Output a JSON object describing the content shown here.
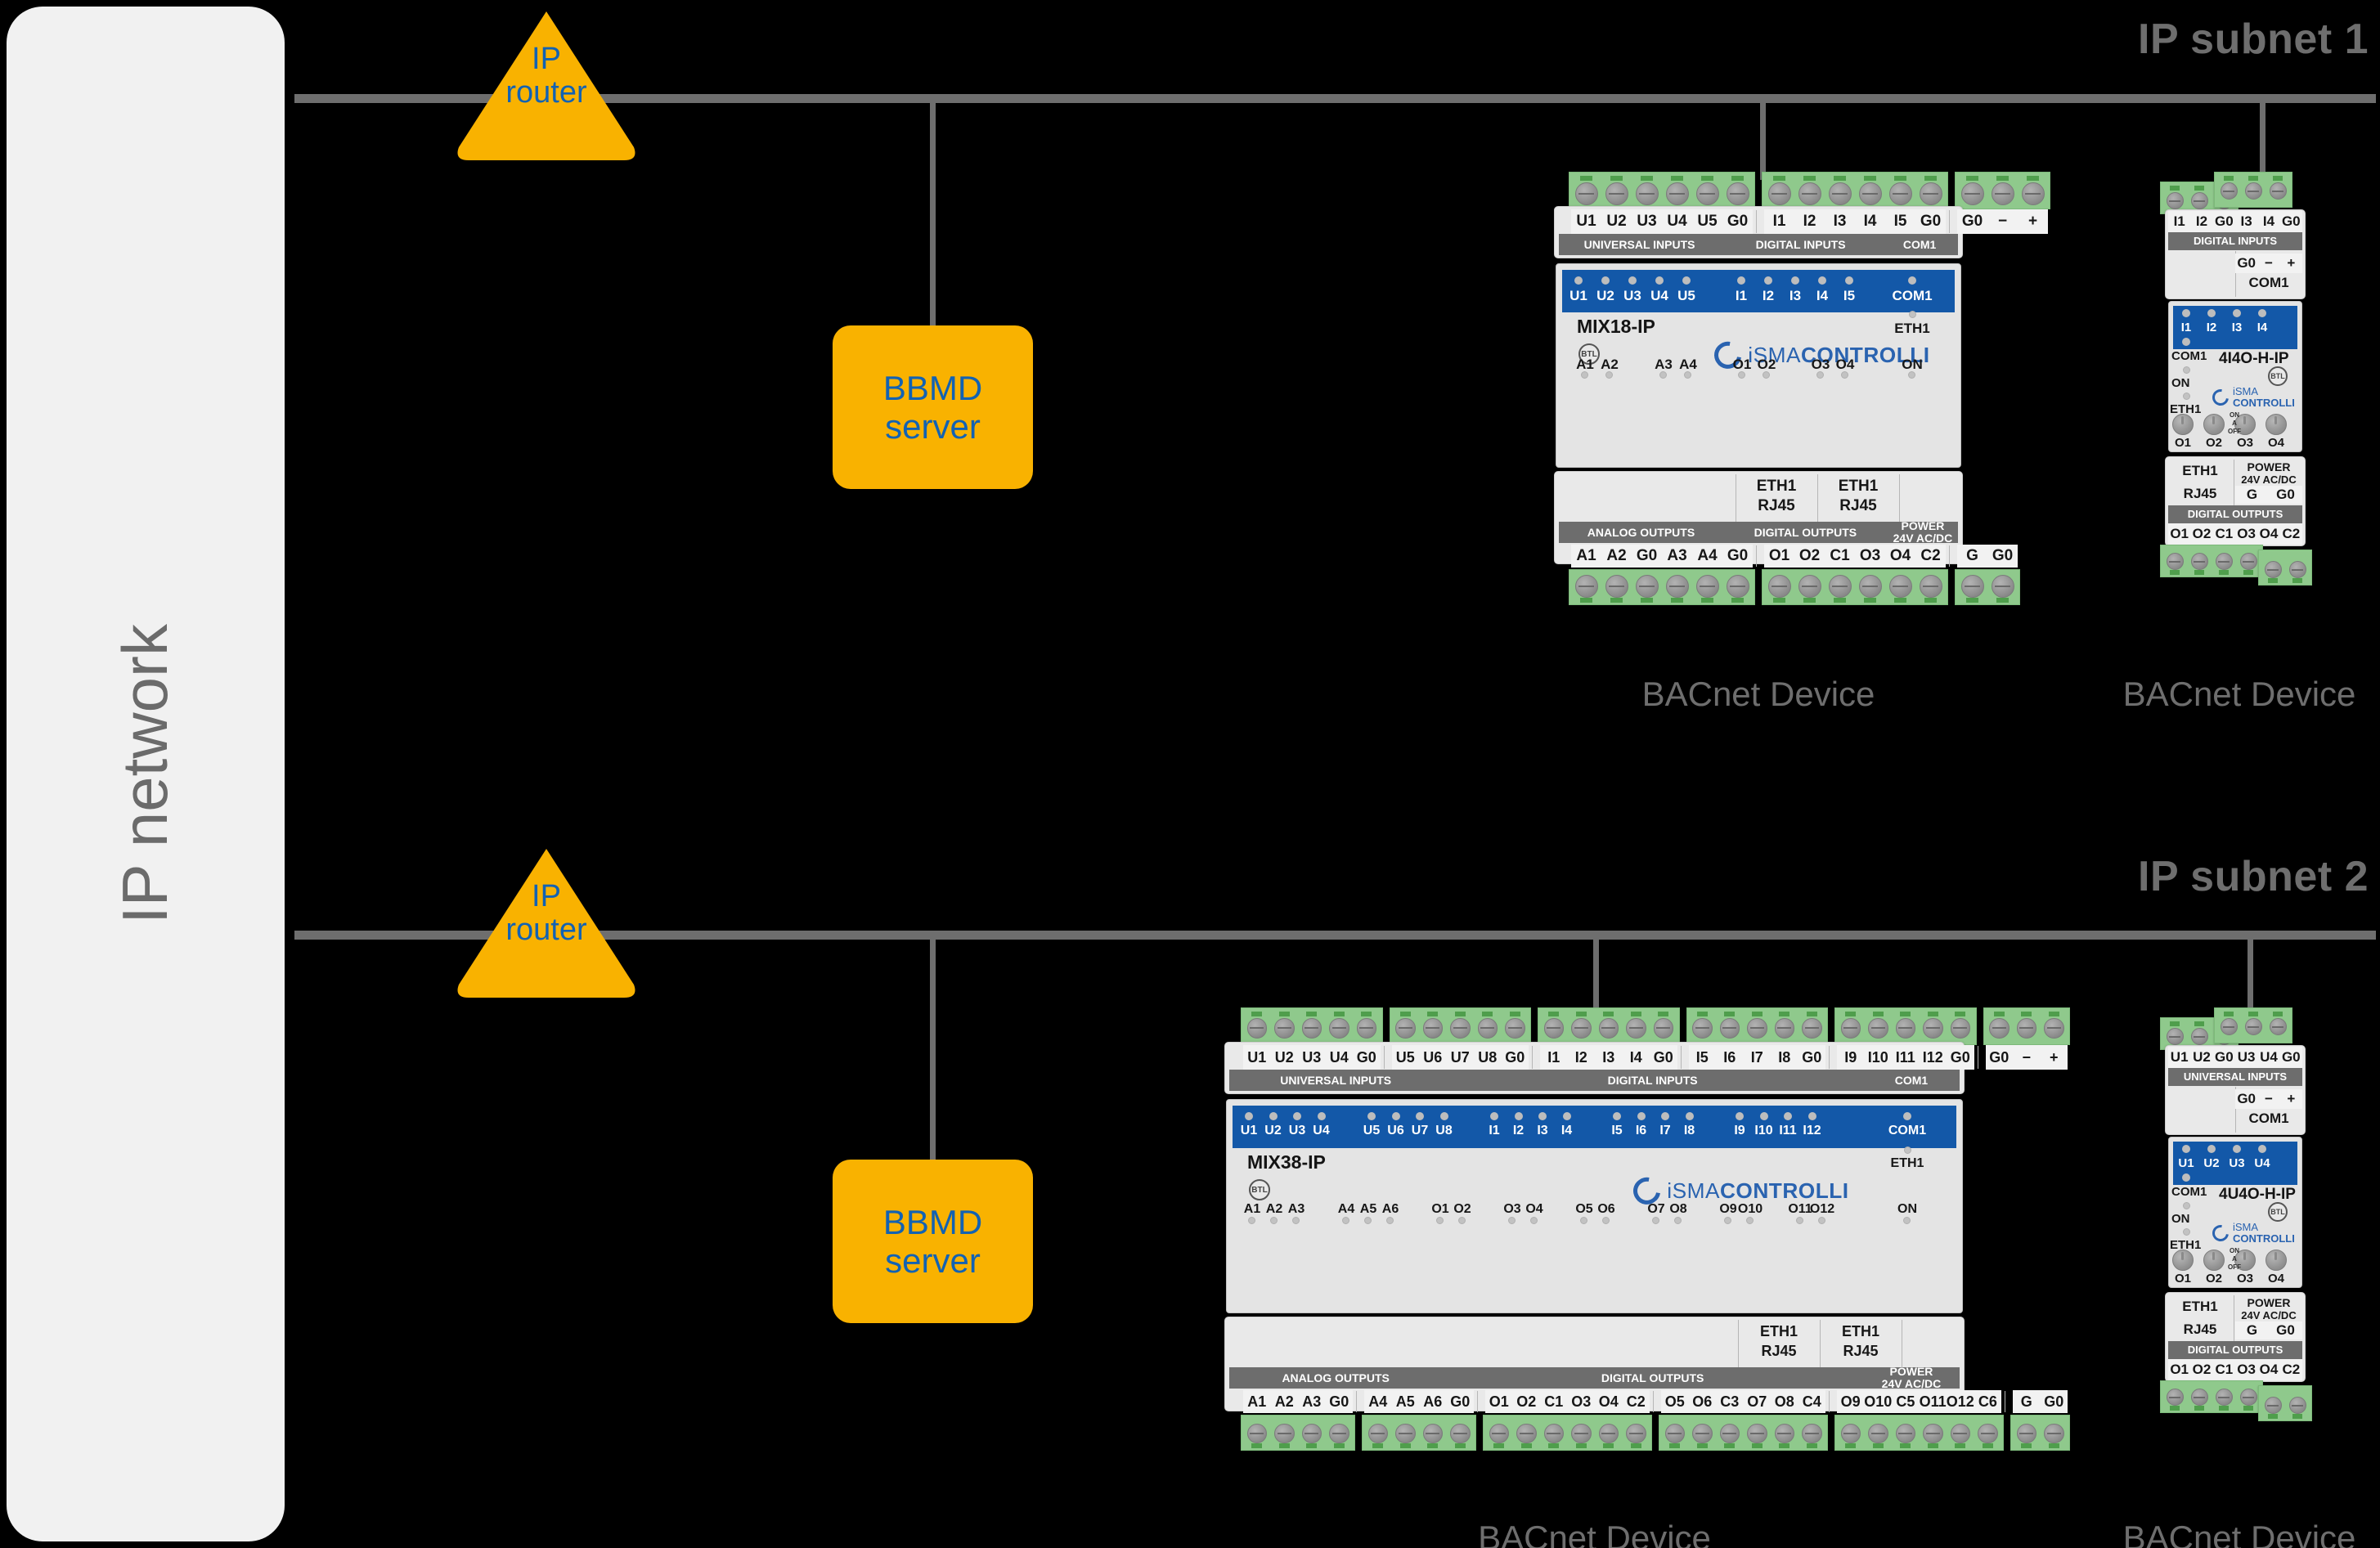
{
  "diagram": {
    "left_panel_label": "IP network",
    "subnets": [
      {
        "title": "IP subnet 1",
        "router_line1": "IP",
        "router_line2": "router",
        "bbmd_line1": "BBMD",
        "bbmd_line2": "server"
      },
      {
        "title": "IP subnet 2",
        "router_line1": "IP",
        "router_line2": "router",
        "bbmd_line1": "BBMD",
        "bbmd_line2": "server"
      }
    ],
    "device_caption": "BACnet Device",
    "colors": {
      "background": "#000000",
      "panel": "#f1f1f1",
      "bus": "#6e6e6e",
      "router_fill": "#f9b200",
      "router_text": "#1262b3",
      "bbmd_fill": "#f9b200",
      "bbmd_text": "#1262b3",
      "label_gray": "#6e6e6e",
      "device_blue": "#1358a8",
      "terminal_green": "#8fc98c",
      "band_gray": "#6d6d6d",
      "brand_blue": "#2a63b0"
    }
  },
  "brand": {
    "prefix": "iSMA",
    "suffix": "CONTROLLI",
    "btl": "BTL"
  },
  "devices": {
    "mix18": {
      "model": "MIX18-IP",
      "caption": "BACnet Device",
      "top_terminals": [
        "U1",
        "U2",
        "U3",
        "U4",
        "U5",
        "G0",
        "I1",
        "I2",
        "I3",
        "I4",
        "I5",
        "G0",
        "G0",
        "−",
        "+"
      ],
      "top_bands": [
        "UNIVERSAL INPUTS",
        "DIGITAL INPUTS",
        "COM1"
      ],
      "led_groups_top": [
        {
          "labels": [
            "U1",
            "U2",
            "U3",
            "U4",
            "U5"
          ]
        },
        {
          "labels": [
            "I1",
            "I2",
            "I3",
            "I4",
            "I5"
          ]
        },
        {
          "labels": [
            "COM1"
          ]
        }
      ],
      "eth_led_label": "ETH1",
      "led_groups_bottom": [
        {
          "labels": [
            "A1",
            "A2"
          ]
        },
        {
          "labels": [
            "A3",
            "A4"
          ]
        },
        {
          "labels": [
            "O1",
            "O2"
          ]
        },
        {
          "labels": [
            "O3",
            "O4"
          ]
        },
        {
          "labels": [
            "ON"
          ]
        }
      ],
      "port_labels": [
        {
          "l1": "ETH1",
          "l2": "RJ45"
        },
        {
          "l1": "ETH1",
          "l2": "RJ45"
        }
      ],
      "bottom_bands": [
        "ANALOG OUTPUTS",
        "DIGITAL OUTPUTS",
        "POWER\n24V AC/DC"
      ],
      "power_band_l1": "POWER",
      "power_band_l2": "24V AC/DC",
      "bottom_terminals": [
        "A1",
        "A2",
        "G0",
        "A3",
        "A4",
        "G0",
        "O1",
        "O2",
        "C1",
        "O3",
        "O4",
        "C2",
        "G",
        "G0"
      ]
    },
    "mix38": {
      "model": "MIX38-IP",
      "caption": "BACnet Device",
      "top_terminals": [
        "U1",
        "U2",
        "U3",
        "U4",
        "G0",
        "U5",
        "U6",
        "U7",
        "U8",
        "G0",
        "I1",
        "I2",
        "I3",
        "I4",
        "G0",
        "I5",
        "I6",
        "I7",
        "I8",
        "G0",
        "I9",
        "I10",
        "I11",
        "I12",
        "G0",
        "G0",
        "−",
        "+"
      ],
      "top_bands": [
        "UNIVERSAL INPUTS",
        "DIGITAL INPUTS",
        "COM1"
      ],
      "led_groups_top": [
        {
          "labels": [
            "U1",
            "U2",
            "U3",
            "U4"
          ]
        },
        {
          "labels": [
            "U5",
            "U6",
            "U7",
            "U8"
          ]
        },
        {
          "labels": [
            "I1",
            "I2",
            "I3",
            "I4"
          ]
        },
        {
          "labels": [
            "I5",
            "I6",
            "I7",
            "I8"
          ]
        },
        {
          "labels": [
            "I9",
            "I10",
            "I11",
            "I12"
          ]
        },
        {
          "labels": [
            "COM1"
          ]
        }
      ],
      "eth_led_label": "ETH1",
      "led_groups_bottom": [
        {
          "labels": [
            "A1",
            "A2",
            "A3"
          ]
        },
        {
          "labels": [
            "A4",
            "A5",
            "A6"
          ]
        },
        {
          "labels": [
            "O1",
            "O2"
          ]
        },
        {
          "labels": [
            "O3",
            "O4"
          ]
        },
        {
          "labels": [
            "O5",
            "O6"
          ]
        },
        {
          "labels": [
            "O7",
            "O8"
          ]
        },
        {
          "labels": [
            "O9",
            "O10"
          ]
        },
        {
          "labels": [
            "O11",
            "O12"
          ]
        },
        {
          "labels": [
            "ON"
          ]
        }
      ],
      "port_labels": [
        {
          "l1": "ETH1",
          "l2": "RJ45"
        },
        {
          "l1": "ETH1",
          "l2": "RJ45"
        }
      ],
      "bottom_bands": [
        "ANALOG OUTPUTS",
        "DIGITAL OUTPUTS",
        "POWER\n24V AC/DC"
      ],
      "power_band_l1": "POWER",
      "power_band_l2": "24V AC/DC",
      "bottom_terminals": [
        "A1",
        "A2",
        "A3",
        "G0",
        "A4",
        "A5",
        "A6",
        "G0",
        "O1",
        "O2",
        "C1",
        "O3",
        "O4",
        "C2",
        "O5",
        "O6",
        "C3",
        "O7",
        "O8",
        "C4",
        "O9",
        "O10",
        "C5",
        "O11",
        "O12",
        "C6",
        "G",
        "G0"
      ]
    },
    "io4i4o": {
      "model": "4I4O-H-IP",
      "caption": "BACnet Device",
      "top_terminals": [
        "I1",
        "I2",
        "G0",
        "I3",
        "I4",
        "G0"
      ],
      "top_band": "DIGITAL INPUTS",
      "com_terminals": [
        "G0",
        "−",
        "+"
      ],
      "com_label": "COM1",
      "led_labels": [
        "I1",
        "I2",
        "I3",
        "I4"
      ],
      "com1_led_label": "COM1",
      "on_led_label": "ON",
      "eth_led_label": "ETH1",
      "relay_labels": [
        "O1",
        "O2",
        "O3",
        "O4"
      ],
      "relay_positions": [
        "ON",
        "A",
        "OFF"
      ],
      "eth_port_l1": "ETH1",
      "eth_port_l2": "RJ45",
      "power_l1": "POWER",
      "power_l2": "24V AC/DC",
      "power_terminals": [
        "G",
        "G0"
      ],
      "bottom_band": "DIGITAL OUTPUTS",
      "bottom_terminals": [
        "O1",
        "O2",
        "C1",
        "O3",
        "O4",
        "C2"
      ]
    },
    "io4u4o": {
      "model": "4U4O-H-IP",
      "caption": "BACnet Device",
      "top_terminals": [
        "U1",
        "U2",
        "G0",
        "U3",
        "U4",
        "G0"
      ],
      "top_band": "UNIVERSAL INPUTS",
      "com_terminals": [
        "G0",
        "−",
        "+"
      ],
      "com_label": "COM1",
      "led_labels": [
        "U1",
        "U2",
        "U3",
        "U4"
      ],
      "com1_led_label": "COM1",
      "on_led_label": "ON",
      "eth_led_label": "ETH1",
      "relay_labels": [
        "O1",
        "O2",
        "O3",
        "O4"
      ],
      "relay_positions": [
        "ON",
        "A",
        "OFF"
      ],
      "eth_port_l1": "ETH1",
      "eth_port_l2": "RJ45",
      "power_l1": "POWER",
      "power_l2": "24V AC/DC",
      "power_terminals": [
        "G",
        "G0"
      ],
      "bottom_band": "DIGITAL OUTPUTS",
      "bottom_terminals": [
        "O1",
        "O2",
        "C1",
        "O3",
        "O4",
        "C2"
      ]
    }
  }
}
